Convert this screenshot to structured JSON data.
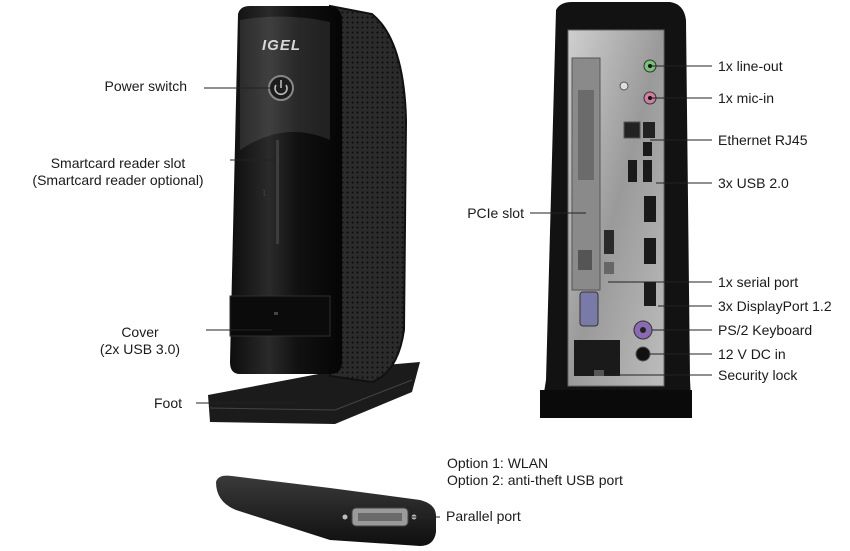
{
  "front_device": {
    "logo": "IGEL",
    "labels": {
      "power_switch": "Power switch",
      "smartcard_line1": "Smartcard reader slot",
      "smartcard_line2": "(Smartcard reader optional)",
      "cover_line1": "Cover",
      "cover_line2": "(2x USB 3.0)",
      "foot": "Foot"
    }
  },
  "rear_device": {
    "labels": {
      "line_out": "1x line-out",
      "mic_in": "1x mic-in",
      "ethernet": "Ethernet RJ45",
      "usb2": "3x USB 2.0",
      "pcie": "PCIe slot",
      "serial": "1x serial port",
      "displayport": "3x DisplayPort 1.2",
      "ps2": "PS/2 Keyboard",
      "dc_in": "12 V DC in",
      "security_lock": "Security lock"
    }
  },
  "option_module": {
    "labels": {
      "option1": "Option 1: WLAN",
      "option2": "Option 2: anti-theft USB port",
      "parallel": "Parallel port"
    }
  }
}
